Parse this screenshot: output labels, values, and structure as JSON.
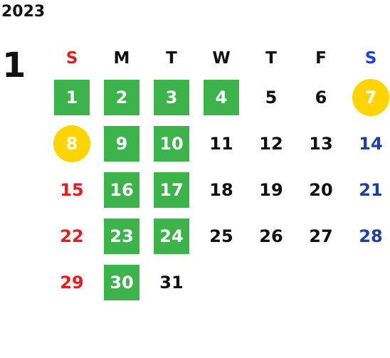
{
  "year": "2023",
  "month": "1",
  "weekdays": [
    "S",
    "M",
    "T",
    "W",
    "T",
    "F",
    "S"
  ],
  "colors": {
    "highlight_green": "#3cb44b",
    "highlight_yellow": "#ffd400",
    "sunday_red": "#e02020",
    "saturday_blue": "#1e3ea0"
  },
  "weeks": [
    [
      {
        "day": "1",
        "highlight": "green"
      },
      {
        "day": "2",
        "highlight": "green"
      },
      {
        "day": "3",
        "highlight": "green"
      },
      {
        "day": "4",
        "highlight": "green"
      },
      {
        "day": "5",
        "highlight": ""
      },
      {
        "day": "6",
        "highlight": ""
      },
      {
        "day": "7",
        "highlight": "yellow"
      }
    ],
    [
      {
        "day": "8",
        "highlight": "yellow"
      },
      {
        "day": "9",
        "highlight": "green"
      },
      {
        "day": "10",
        "highlight": "green"
      },
      {
        "day": "11",
        "highlight": ""
      },
      {
        "day": "12",
        "highlight": ""
      },
      {
        "day": "13",
        "highlight": ""
      },
      {
        "day": "14",
        "highlight": ""
      }
    ],
    [
      {
        "day": "15",
        "highlight": ""
      },
      {
        "day": "16",
        "highlight": "green"
      },
      {
        "day": "17",
        "highlight": "green"
      },
      {
        "day": "18",
        "highlight": ""
      },
      {
        "day": "19",
        "highlight": ""
      },
      {
        "day": "20",
        "highlight": ""
      },
      {
        "day": "21",
        "highlight": ""
      }
    ],
    [
      {
        "day": "22",
        "highlight": ""
      },
      {
        "day": "23",
        "highlight": "green"
      },
      {
        "day": "24",
        "highlight": "green"
      },
      {
        "day": "25",
        "highlight": ""
      },
      {
        "day": "26",
        "highlight": ""
      },
      {
        "day": "27",
        "highlight": ""
      },
      {
        "day": "28",
        "highlight": ""
      }
    ],
    [
      {
        "day": "29",
        "highlight": ""
      },
      {
        "day": "30",
        "highlight": "green"
      },
      {
        "day": "31",
        "highlight": ""
      },
      {
        "day": "",
        "highlight": ""
      },
      {
        "day": "",
        "highlight": ""
      },
      {
        "day": "",
        "highlight": ""
      },
      {
        "day": "",
        "highlight": ""
      }
    ]
  ]
}
